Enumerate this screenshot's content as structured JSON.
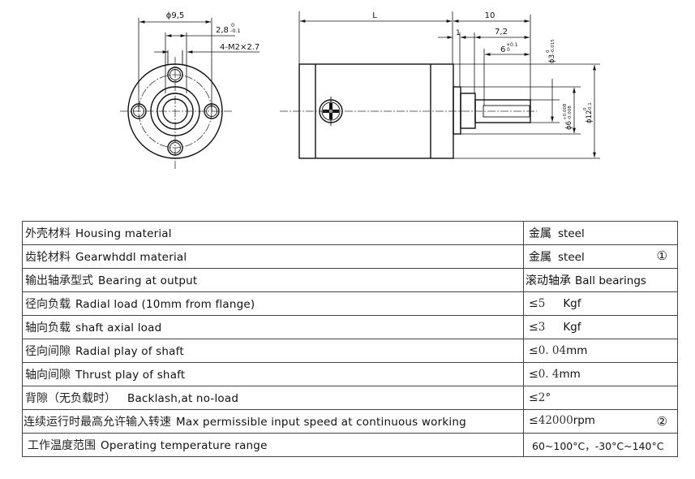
{
  "drawing": {
    "front_view": {
      "dim_diameter": "ϕ9,5",
      "dim_hole_depth": "2,8",
      "dim_hole_depth_tol_upper": "0",
      "dim_hole_depth_tol_lower": "-0.1",
      "dim_thread": "4-M2×2.7"
    },
    "side_view": {
      "dim_length": "L",
      "dim_shaft_total": "10",
      "dim_step": "1",
      "dim_shaft": "7,2",
      "dim_flat": "6",
      "dim_flat_tol_upper": "+0.1",
      "dim_flat_tol_lower": "0",
      "dim_d3": "ϕ3",
      "dim_d3_tol_upper": "0",
      "dim_d3_tol_lower": "-0.015",
      "dim_d6": "ϕ6",
      "dim_d6_tol_upper": "+0.008",
      "dim_d6_tol_lower": "-0.008",
      "dim_d12": "ϕ12",
      "dim_d12_tol_upper": "0",
      "dim_d12_tol_lower": "-0.1"
    }
  },
  "specs": [
    {
      "label_zh": "外壳材料",
      "label_en": "Housing material",
      "value_zh": "金属",
      "value_en": "steel",
      "note": ""
    },
    {
      "label_zh": "齿轮材料",
      "label_en": "Gearwhddl material",
      "value_zh": "金属",
      "value_en": "steel",
      "note": "①"
    },
    {
      "label_zh": "输出轴承型式",
      "label_en": "Bearing at output",
      "value_zh": "滚动轴承",
      "value_en": "Ball bearings",
      "note": ""
    },
    {
      "label_zh": "径向负载",
      "label_en": "Radial load (10mm from flange)",
      "value_prefix": "≤",
      "value_num": "5",
      "value_unit": "Kgf",
      "note": ""
    },
    {
      "label_zh": "轴向负载",
      "label_en": "shaft axial load",
      "value_prefix": "≤",
      "value_num": "3",
      "value_unit": "Kgf",
      "note": ""
    },
    {
      "label_zh": "径向间隙",
      "label_en": "Radial play of shaft",
      "value_prefix": "≤",
      "value_num": "0. 04",
      "value_unit": "mm",
      "note": ""
    },
    {
      "label_zh": "轴向间隙",
      "label_en": "Thrust play of shaft",
      "value_prefix": "≤",
      "value_num": "0. 4",
      "value_unit": "mm",
      "note": ""
    },
    {
      "label_zh": "背隙（无负载时）",
      "label_en": "Backlash,at no-load",
      "value_prefix": "≤",
      "value_num": "2",
      "value_unit": "°",
      "note": ""
    },
    {
      "label_zh": "连续运行时最高允许输入转速",
      "label_en": "Max permissible input speed at continuous working",
      "value_prefix": "≤",
      "value_num": "42000",
      "value_unit": "rpm",
      "note": "②"
    },
    {
      "label_zh": "工作温度范围",
      "label_en": "Operating temperature range",
      "value_text": "60~100°C，-30°C~140°C",
      "note": ""
    }
  ]
}
